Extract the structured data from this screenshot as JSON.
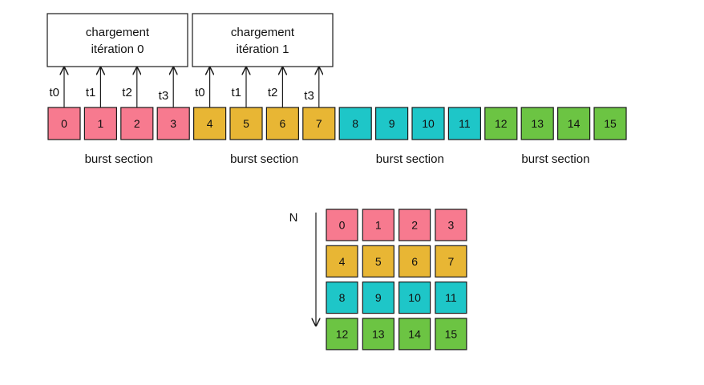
{
  "colors": {
    "pink": "#f77a8f",
    "yellow": "#e8b634",
    "cyan": "#1ec6c8",
    "green": "#6cc443",
    "border": "#1a1a1a"
  },
  "iteration_boxes": [
    {
      "line1": "chargement",
      "line2": "itération 0"
    },
    {
      "line1": "chargement",
      "line2": "itération 1"
    }
  ],
  "thread_labels": [
    "t0",
    "t1",
    "t2",
    "t3",
    "t0",
    "t1",
    "t2",
    "t3"
  ],
  "linear_cells": [
    {
      "label": "0",
      "color": "pink"
    },
    {
      "label": "1",
      "color": "pink"
    },
    {
      "label": "2",
      "color": "pink"
    },
    {
      "label": "3",
      "color": "pink"
    },
    {
      "label": "4",
      "color": "yellow"
    },
    {
      "label": "5",
      "color": "yellow"
    },
    {
      "label": "6",
      "color": "yellow"
    },
    {
      "label": "7",
      "color": "yellow"
    },
    {
      "label": "8",
      "color": "cyan"
    },
    {
      "label": "9",
      "color": "cyan"
    },
    {
      "label": "10",
      "color": "cyan"
    },
    {
      "label": "11",
      "color": "cyan"
    },
    {
      "label": "12",
      "color": "green"
    },
    {
      "label": "13",
      "color": "green"
    },
    {
      "label": "14",
      "color": "green"
    },
    {
      "label": "15",
      "color": "green"
    }
  ],
  "burst_labels": [
    "burst section",
    "burst section",
    "burst section",
    "burst section"
  ],
  "matrix": {
    "axis_label": "N",
    "rows": [
      [
        {
          "label": "0",
          "color": "pink"
        },
        {
          "label": "1",
          "color": "pink"
        },
        {
          "label": "2",
          "color": "pink"
        },
        {
          "label": "3",
          "color": "pink"
        }
      ],
      [
        {
          "label": "4",
          "color": "yellow"
        },
        {
          "label": "5",
          "color": "yellow"
        },
        {
          "label": "6",
          "color": "yellow"
        },
        {
          "label": "7",
          "color": "yellow"
        }
      ],
      [
        {
          "label": "8",
          "color": "cyan"
        },
        {
          "label": "9",
          "color": "cyan"
        },
        {
          "label": "10",
          "color": "cyan"
        },
        {
          "label": "11",
          "color": "cyan"
        }
      ],
      [
        {
          "label": "12",
          "color": "green"
        },
        {
          "label": "13",
          "color": "green"
        },
        {
          "label": "14",
          "color": "green"
        },
        {
          "label": "15",
          "color": "green"
        }
      ]
    ]
  }
}
